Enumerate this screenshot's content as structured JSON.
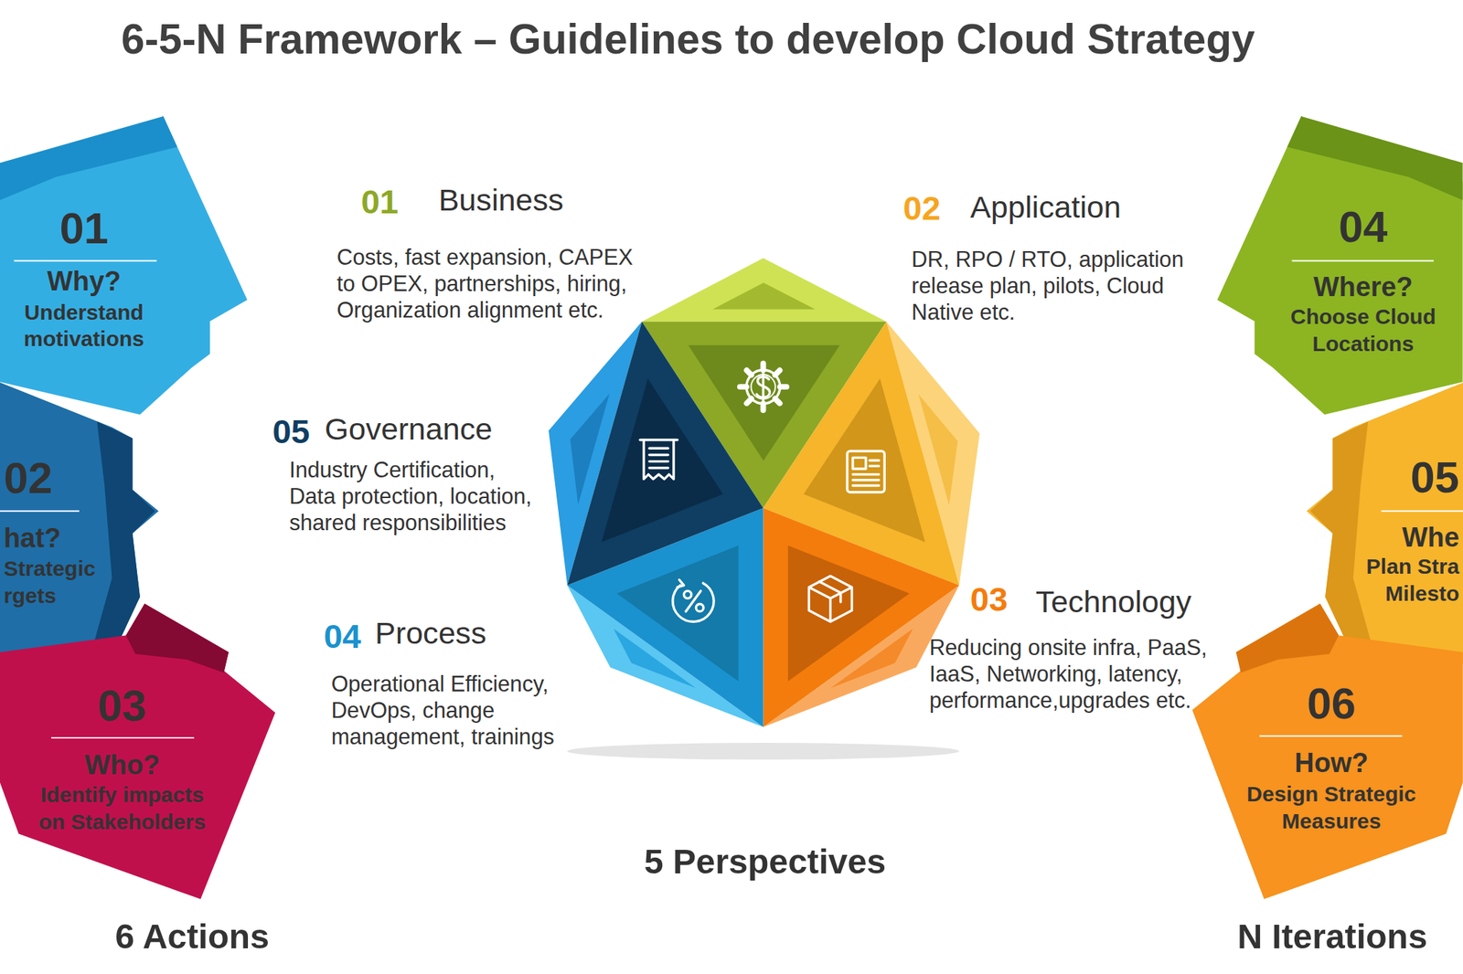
{
  "diagram": {
    "title": "6-5-N Framework – Guidelines to develop Cloud Strategy",
    "nodes": [
      {
        "text": [
          "01",
          "Why?",
          "Understand motivations"
        ]
      },
      {
        "text": [
          "02",
          "hat?",
          "Strategic rgets"
        ]
      },
      {
        "text": [
          "03",
          "Who?",
          "Identify impacts on Stakeholders"
        ]
      },
      {
        "text": [
          "04",
          "Where?",
          "Choose Cloud Locations"
        ]
      },
      {
        "text": [
          "05",
          "Whe",
          "Plan Stra Milesto"
        ]
      },
      {
        "text": [
          "06",
          "How?",
          "Design Strategic Measures"
        ]
      }
    ],
    "labels": [
      "01",
      "Business",
      "Costs, fast expansion, CAPEX to OPEX, partnerships, hiring, Organization alignment etc.",
      "02",
      "Application",
      "DR, RPO / RTO, application release plan, pilots, Cloud Native etc.",
      "05",
      "Governance",
      "Industry Certification, Data protection, location, shared responsibilities",
      "04",
      "Process",
      "Operational Efficiency, DevOps, change management, trainings",
      "03",
      "Technology",
      "Reducing onsite infra, PaaS, IaaS, Networking, latency, performance,upgrades etc.",
      "5 Perspectives",
      "6 Actions",
      "N Iterations"
    ]
  }
}
